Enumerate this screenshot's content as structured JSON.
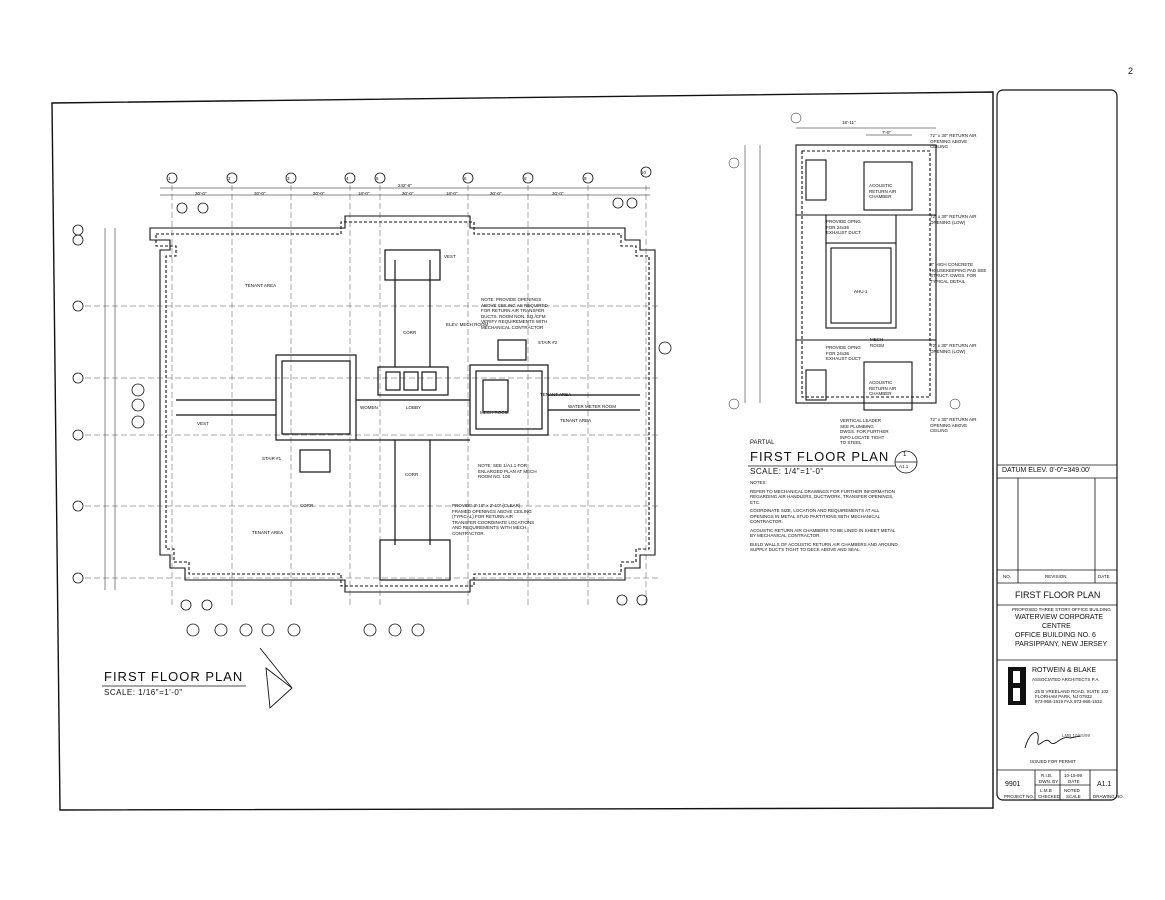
{
  "main_plan": {
    "title": "FIRST FLOOR PLAN",
    "scale": "SCALE: 1/16\"=1'-0\"",
    "grid_top": [
      "1",
      "2",
      "3",
      "4",
      "5",
      "6",
      "8",
      "9",
      "10"
    ],
    "grid_top_dims": [
      "30'-0\"",
      "30'-0\"",
      "30'-0\"",
      "18'-0\"",
      "30'-0\"",
      "18'-0\"",
      "30'-0\"",
      "30'-0\""
    ],
    "overall_dim": "242'-6\"",
    "room_labels": [
      "TENANT AREA",
      "TENANT AREA",
      "TENANT AREA",
      "TENANT AREA",
      "LOBBY",
      "CORR",
      "CORR",
      "CORR",
      "VEST",
      "VEST",
      "STAIR #1",
      "STAIR #2",
      "WOMEN",
      "MECH ROOM",
      "ELEV. MECH ROOM",
      "WATER METER ROOM"
    ],
    "note_1": "NOTE: PROVIDE OPENINGS ABOVE CEILING AS REQUIRED FOR RETURN AIR TRANSFER DUCTS. ROOM NON. SQ./CFM VERIFY REQUIREMENTS WITH MECHANICAL CONTRACTOR",
    "note_2": "NOTE: SEE 1/A1.1 FOR ENLARGED PLAN AT MECH ROOM NO. 108",
    "note_3": "PROVIDE 3'-10\" x 2'-10\" (CLEAR) FRAMED OPENINGS ABOVE CEILING (TYPICAL) FOR RETURN AIR TRANSFER COORDINATE LOCATIONS AND REQUIREMENTS WITH MECH. CONTRACTOR."
  },
  "partial_plan": {
    "pre_title": "PARTIAL",
    "title": "FIRST FLOOR PLAN",
    "scale": "SCALE: 1/4\"=1'-0\"",
    "callout_num": "1",
    "callout_sheet": "A1.1",
    "notes_heading": "NOTES:",
    "notes": [
      "REFER TO MECHANICAL DRAWINGS FOR FURTHER INFORMATION REGARDING AIR HANDLERS, DUCTWORK, TRANSFER OPENINGS, ETC.",
      "COORDINATE SIZE, LOCATION AND REQUIREMENTS AT ALL OPENINGS IN METAL STUD PARTITIONS WITH MECHANICAL CONTRACTOR.",
      "ACOUSTIC RETURN AIR CHAMBERS TO BE LINED IN SHEET METAL BY MECHANICAL CONTRACTOR.",
      "BUILD WALLS OF ACOUSTIC RETURN AIR CHAMBERS AND AROUND SUPPLY DUCTS TIGHT TO DECK ABOVE AND SEAL."
    ],
    "labels": [
      "ACOUSTIC RETURN AIR CHAMBER",
      "ACOUSTIC RETURN AIR CHAMBER",
      "PROVIDE OPNG FOR 24x36 EXHAUST DUCT",
      "PROVIDE OPNG FOR 24x36 EXHAUST DUCT",
      "AHU-1",
      "MECH ROOM",
      "72\" x 30\" RETURN AIR OPENING ABOVE CEILING",
      "72\" x 30\" RETURN AIR OPENING (LOW)",
      "72\" x 30\" RETURN AIR OPENING (LOW)",
      "72\" x 30\" RETURN AIR OPENING ABOVE CEILING",
      "8\" HIGH CONCRETE HOUSEKEEPING PAD SEE STRUCT. DWGS. FOR TYPICAL DETAIL",
      "VERTICAL LEADER SEE PLUMBING DWGS. FOR FURTHER INFO LOCATE TIGHT TO STEEL"
    ],
    "top_dim": "18'-11\"",
    "inner_dim": "7'-0\""
  },
  "title_block": {
    "datum": "DATUM ELEV. 0'-0\"=349.00'",
    "col_no": "NO.",
    "col_revision": "REVISION",
    "col_date": "DATE",
    "sheet_title": "FIRST FLOOR PLAN",
    "project_line": "PROPOSED THREE STORY OFFICE BUILDING",
    "project_name_1": "WATERVIEW CORPORATE",
    "project_name_2": "CENTRE",
    "building": "OFFICE BUILDING NO. 6",
    "location": "PARSIPPANY, NEW JERSEY",
    "firm_name": "ROTWEIN & BLAKE",
    "firm_sub": "ASSOCIATED ARCHITECTS P.A.",
    "firm_addr_1": "25 B VREELAND ROAD, SUITE 102",
    "firm_addr_2": "FLORHAM PARK, NJ 07932",
    "firm_phone": "973-966-1919 FAX 973-966-1532",
    "issued": "ISSUED FOR PERMIT",
    "project_no": "9901",
    "project_no_label": "PROJECT NO.",
    "drawn_by": "R.I.B.",
    "drawn_label": "DWN. BY",
    "date_val": "10-15-99",
    "date_label": "DATE",
    "checked_by": "L.M.B",
    "checked_label": "CHECKED",
    "scale_val": "NOTED",
    "scale_label": "SCALE",
    "sheet_no": "A1.1",
    "sheet_no_label": "DRAWING NO.",
    "signature": "LMB 10/15/99"
  },
  "corner_mark": "2"
}
